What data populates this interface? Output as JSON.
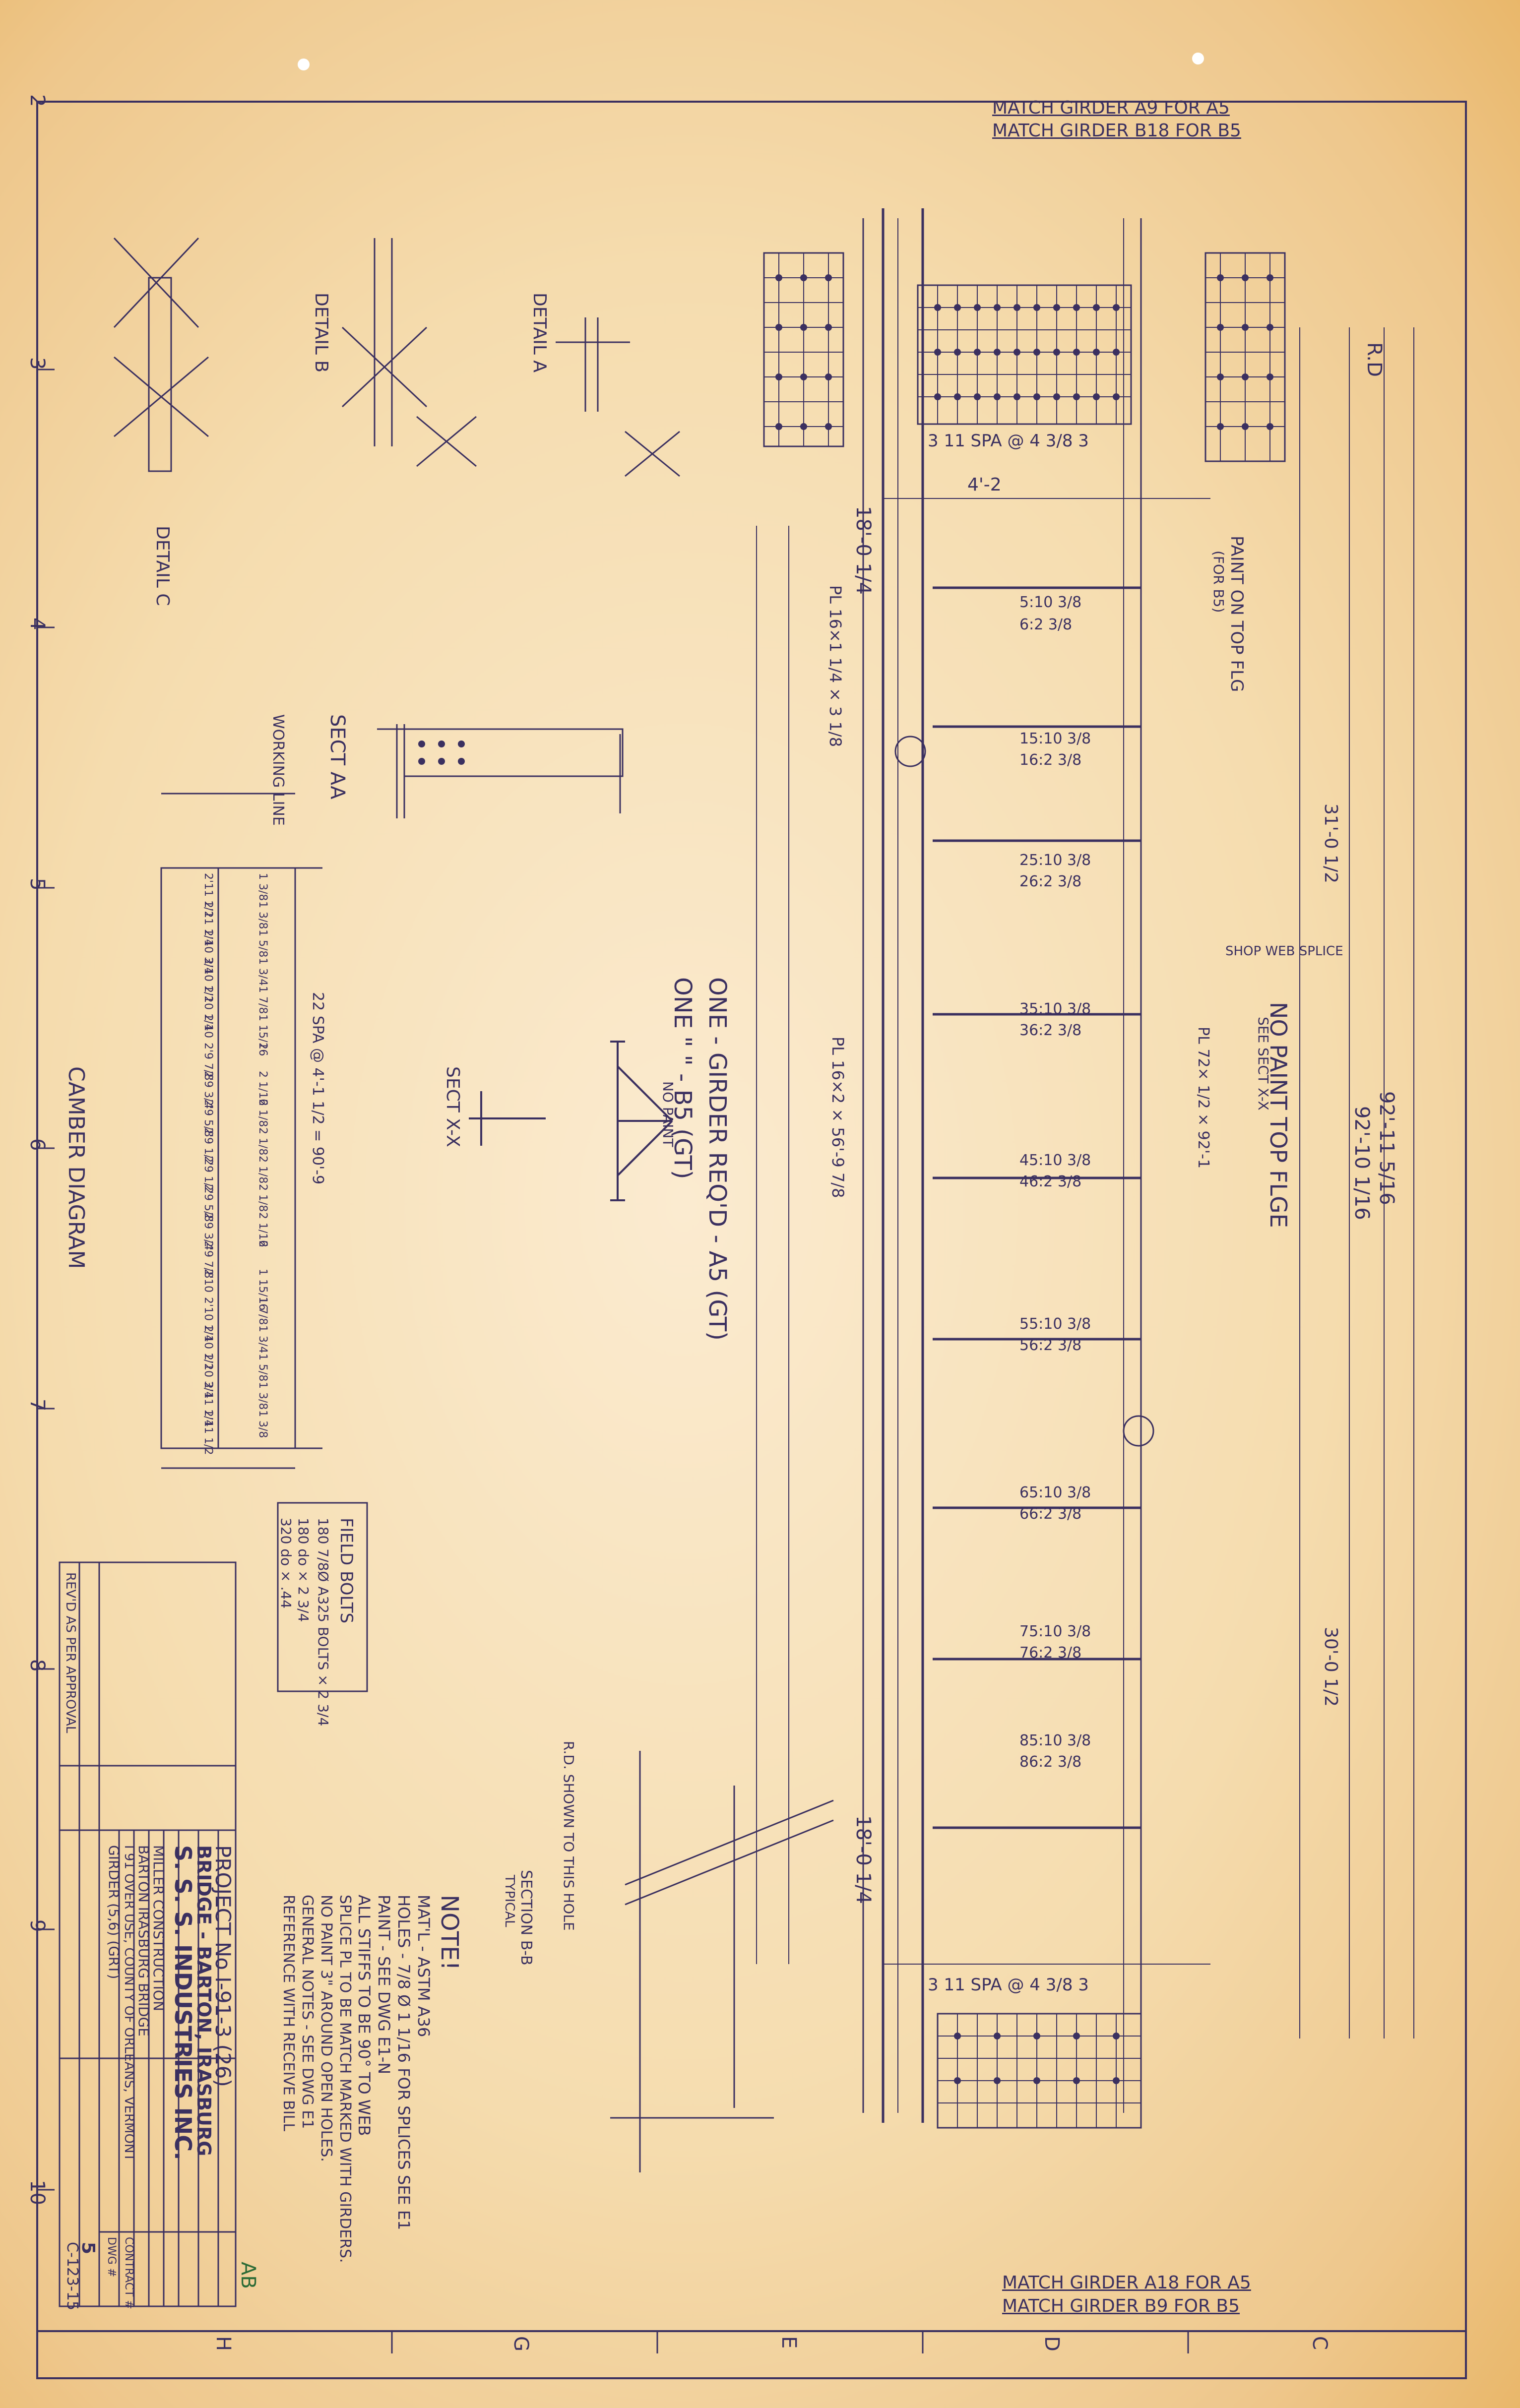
{
  "border_ticks": {
    "left": [
      "2",
      "3",
      "4",
      "5",
      "6",
      "7",
      "8",
      "9",
      "10"
    ],
    "bottom": [
      "H",
      "G",
      "E",
      "D",
      "C"
    ]
  },
  "match_top": {
    "line1": "MATCH GIRDER A9 FOR A5",
    "line2": "MATCH GIRDER B18 FOR B5"
  },
  "match_bottom": {
    "line1": "MATCH GIRDER A18 FOR A5",
    "line2": "MATCH GIRDER B9 FOR B5"
  },
  "title_block": {
    "project": "PROJECT No  I-91-3 (26)",
    "bridge": "BRIDGE     -  BARTON, IRASBURG",
    "company": "S. S. S. INDUSTRIES INC.",
    "customer": "MILLER CONSTRUCTION",
    "structure": "BARTON IRASBURG BRIDGE",
    "location": "I 91 OVER USE, COUNTY OF ORLEANS, VERMONT",
    "title": "GIRDER (5,6) (GRT)",
    "dwg_label": "DWG #",
    "contract_label": "CONTRACT #",
    "dwg_no": "5",
    "contract_no": "C-123-15",
    "initials": "AB",
    "revision": "REV'D AS PER APPROVAL"
  },
  "notes": {
    "heading": "NOTE!",
    "matl": "MAT'L -   ASTM A36",
    "holes": "HOLES -   7/8 Ø 1 1/16 FOR SPLICES SEE E1",
    "paint": "PAINT -   SEE DWG E1-N",
    "stiff": "ALL STIFFS TO BE 90° TO WEB",
    "splice": "SPLICE PL TO BE MATCH MARKED WITH GIRDERS.",
    "nopaint": "NO PAINT 3\" AROUND OPEN HOLES.",
    "general": "GENERAL NOTES - SEE DWG E1",
    "ref": "REFERENCE WITH RECEIVE BILL"
  },
  "field_bolts": {
    "title": "FIELD BOLTS",
    "l1": "180  7/8Ø A325 BOLTS × 2 3/4",
    "l2": "180  do × 2 3/4",
    "l3": "320  do × .44"
  },
  "labels": {
    "detail_c": "DETAIL C",
    "detail_b": "DETAIL B",
    "detail_a": "DETAIL A",
    "sect_aa": "SECT AA",
    "sect_xx": "SECT X-X",
    "section_bb": "SECTION B-B",
    "typical": "TYPICAL",
    "camber": "CAMBER DIAGRAM",
    "working_line": "WORKING LINE",
    "one_girder": "ONE - GIRDER  REQ'D - A5 (GT)",
    "one_b5": "ONE     \"        \"      - B5 (GT)",
    "no_paint_top": "NO PAINT TOP FLGE",
    "see_sect_xx": "SEE SECT X-X",
    "paint_top": "PAINT ON TOP FLG",
    "for_b5": "(FOR B5)",
    "shop_web": "SHOP WEB SPLICE",
    "rd": "R.D",
    "rd_shown": "R.D. SHOWN TO THIS HOLE",
    "spa_top": "3  11 SPA @ 4 3/8  3",
    "spa_bot": "3  11 SPA @ 4 3/8  3",
    "dim_42": "4'-2",
    "dim_180": "18'-0 1/4",
    "dim_180b": "18'-0 1/4",
    "dim_9211": "92'-11 5/16",
    "dim_921": "92'-10 1/16",
    "dim_310": "31'-0 1/2",
    "dim_301": "30'-0 1/2",
    "camber_label": "22 SPA @ 4'-1 1/2 = 90'-9",
    "pl_top": "PL 16×1 1/4 × 3 1/8",
    "pl_bot": "PL 16×2 × 56'-9 7/8",
    "web_pl": "PL 72× 1/2 × 92'-1",
    "no_paint": "NO PAINT"
  },
  "stations": [
    [
      "5:10 3/8",
      "6:2 3/8"
    ],
    [
      "15:10 3/8",
      "16:2 3/8"
    ],
    [
      "25:10 3/8",
      "26:2 3/8"
    ],
    [
      "35:10 3/8",
      "36:2 3/8"
    ],
    [
      "45:10 3/8",
      "46:2 3/8"
    ],
    [
      "55:10 3/8",
      "56:2 3/8"
    ],
    [
      "65:10 3/8",
      "66:2 3/8"
    ],
    [
      "75:10 3/8",
      "76:2 3/8"
    ],
    [
      "85:10 3/8",
      "86:2 3/8"
    ]
  ],
  "camber_rows": [
    [
      "2'11 1/2",
      "1 3/8"
    ],
    [
      "2'11 1/4",
      "1 3/8"
    ],
    [
      "2'10 3/4",
      "1 5/8"
    ],
    [
      "2'10 1/2",
      "1 3/4"
    ],
    [
      "2'10 1/4",
      "1 7/8"
    ],
    [
      "2'10",
      "1 15/16"
    ],
    [
      "2'9 7/8",
      "2"
    ],
    [
      "2'9 3/4",
      "2 1/16"
    ],
    [
      "2'9 5/8",
      "2 1/8"
    ],
    [
      "2'9 1/2",
      "2 1/8"
    ],
    [
      "2'9 1/2",
      "2 1/8"
    ],
    [
      "2'9 5/8",
      "2 1/8"
    ],
    [
      "2'9 3/4",
      "2 1/16"
    ],
    [
      "2'9 7/8",
      "2"
    ],
    [
      "2'10",
      "1 15/16"
    ],
    [
      "2'10 1/4",
      "1 7/8"
    ],
    [
      "2'10 1/2",
      "1 3/4"
    ],
    [
      "2'10 3/4",
      "1 5/8"
    ],
    [
      "2'11 1/4",
      "1 3/8"
    ],
    [
      "2'11 1/2",
      "1 3/8"
    ]
  ]
}
